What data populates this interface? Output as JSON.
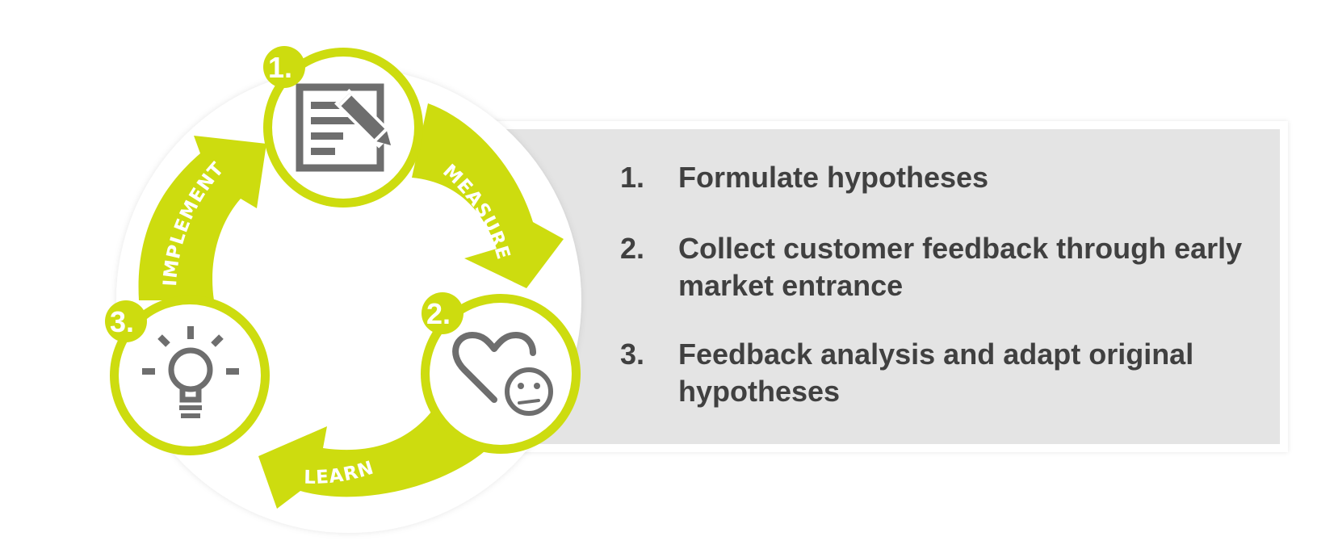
{
  "colors": {
    "accent": "#cddc0f",
    "icon": "#6e6e6e",
    "text": "#404040",
    "panel": "#e4e4e4"
  },
  "cycle": {
    "stages": [
      {
        "badge": "1.",
        "icon": "document-edit-icon"
      },
      {
        "badge": "2.",
        "icon": "heart-sad-face-icon"
      },
      {
        "badge": "3.",
        "icon": "lightbulb-icon"
      }
    ],
    "arrows": {
      "measure": "MEASURE",
      "learn": "LEARN",
      "implement": "IMPLEMENT"
    }
  },
  "steps": [
    {
      "number": "1.",
      "text": "Formulate hypotheses"
    },
    {
      "number": "2.",
      "text": "Collect customer feedback through early market entrance"
    },
    {
      "number": "3.",
      "text": "Feedback analysis and adapt original hypotheses"
    }
  ]
}
